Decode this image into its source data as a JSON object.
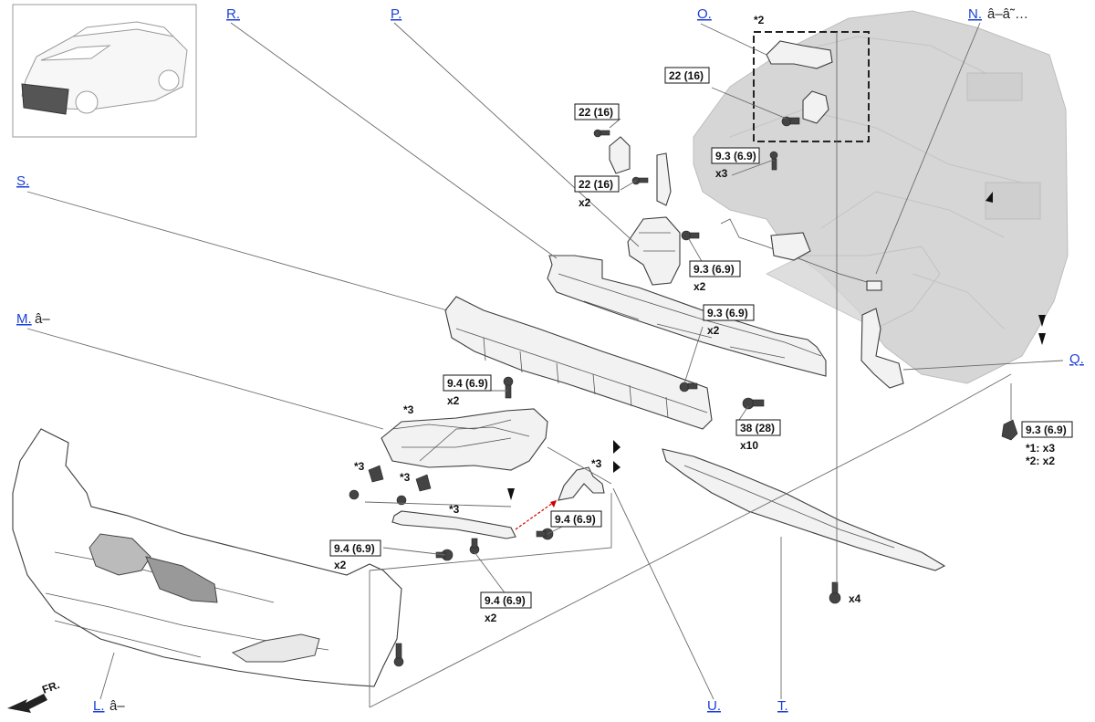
{
  "callouts": {
    "L": {
      "label": "L.",
      "suffix": "â–"
    },
    "M": {
      "label": "M.",
      "suffix": "â–"
    },
    "N": {
      "label": "N.",
      "suffix": "â–â˜…"
    },
    "O": {
      "label": "O."
    },
    "P": {
      "label": "P."
    },
    "Q": {
      "label": "Q."
    },
    "R": {
      "label": "R."
    },
    "S": {
      "label": "S."
    },
    "T": {
      "label": "T."
    },
    "U": {
      "label": "U."
    }
  },
  "torques": {
    "t1": "22 (16)",
    "t2": "22 (16)",
    "t3": "22 (16)",
    "t4": "9.3 (6.9)",
    "t5": "9.3 (6.9)",
    "t6": "9.3 (6.9)",
    "t7": "9.4 (6.9)",
    "t8": "38 (28)",
    "t9": "9.3 (6.9)",
    "t10": "9.4 (6.9)",
    "t11": "9.4 (6.9)",
    "t12": "9.4 (6.9)"
  },
  "counts": {
    "t3": "x2",
    "t4": "x3",
    "t5": "x2",
    "t6": "x2",
    "t7": "x2",
    "t8": "x10",
    "t11": "x2",
    "t12": "x2",
    "clip": "x4"
  },
  "notes": {
    "star2": "*2",
    "star3a": "*3",
    "star3b": "*3",
    "star3c": "*3",
    "star3d": "*3",
    "star3e": "*3",
    "star1_legend": "*1: x3",
    "star2_legend": "*2: x2"
  },
  "direction": {
    "label": "FR."
  },
  "icons": {
    "front_arrow": "front-direction-arrow-icon",
    "locator": "vehicle-locator-icon"
  }
}
